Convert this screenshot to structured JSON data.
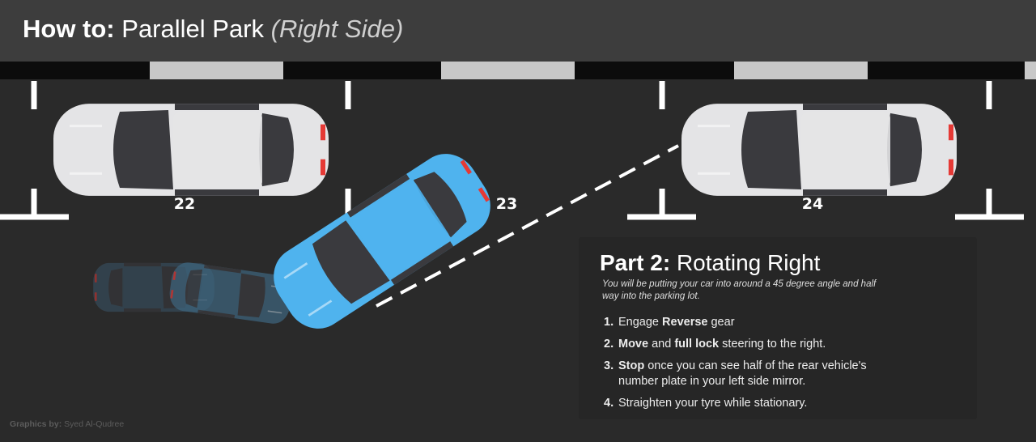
{
  "header": {
    "title_prefix": "How to:",
    "title_main": "Parallel Park",
    "title_suffix": "(Right Side)"
  },
  "bays": [
    {
      "number": "22"
    },
    {
      "number": "23"
    },
    {
      "number": "24"
    }
  ],
  "panel": {
    "title_prefix": "Part 2:",
    "title_main": "Rotating Right",
    "subtitle": "You will be putting your car into around a 45 degree angle and half way into the parking lot.",
    "steps": [
      {
        "num": "1.",
        "pre": "Engage ",
        "bold": "Reverse",
        "post": " gear",
        "cont": ""
      },
      {
        "num": "2.",
        "pre": "",
        "bold": "Move",
        "post": " and ",
        "bold2": "full lock",
        "post2": " steering to the right.",
        "cont": ""
      },
      {
        "num": "3.",
        "pre": "",
        "bold": "Stop",
        "post": " once you can see half of the rear vehicle's",
        "cont": "number plate in your left side mirror."
      },
      {
        "num": "4.",
        "pre": "Straighten your tyre while stationary.",
        "bold": "",
        "post": "",
        "cont": ""
      }
    ]
  },
  "credit": {
    "label": "Graphics by:",
    "author": "Syed Al-Qudree"
  },
  "colors": {
    "header_bg": "#3d3d3d",
    "road": "#2a2a2a",
    "parked_car": "#e4e4e6",
    "active_car": "#4fb3ee",
    "ghost_car": "#3a5568",
    "panel_bg": "#262626"
  }
}
